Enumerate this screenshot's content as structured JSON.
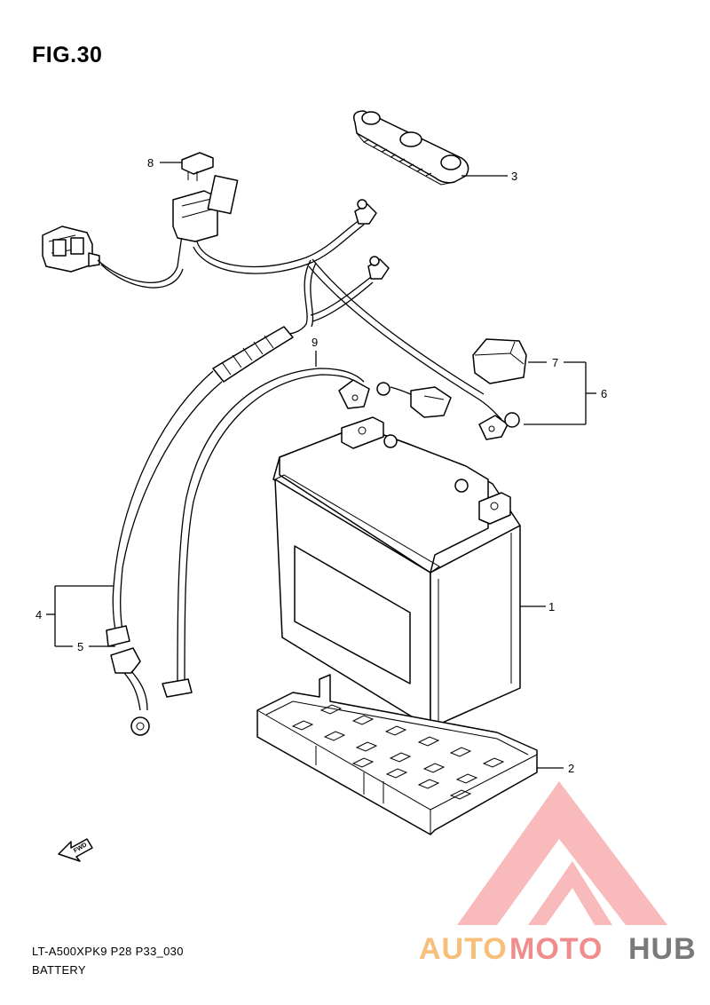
{
  "figure": {
    "title": "FIG.30"
  },
  "callouts": [
    {
      "id": "1",
      "label": "1"
    },
    {
      "id": "2",
      "label": "2"
    },
    {
      "id": "3",
      "label": "3"
    },
    {
      "id": "4",
      "label": "4"
    },
    {
      "id": "5",
      "label": "5"
    },
    {
      "id": "6",
      "label": "6"
    },
    {
      "id": "7",
      "label": "7"
    },
    {
      "id": "8",
      "label": "8"
    },
    {
      "id": "9",
      "label": "9"
    }
  ],
  "fwd_mark": "FWD",
  "footer": {
    "model_code": "LT-A500XPK9 P28 P33_030",
    "section_name": "BATTERY"
  },
  "watermark": {
    "part1": "AUTO",
    "part2": "MOTO",
    "part3": "HUB",
    "colors": {
      "auto": "#f6c07a",
      "moto": "#f08c8c",
      "hub": "#7a7a7a",
      "triangle": "#f28b8b"
    }
  }
}
